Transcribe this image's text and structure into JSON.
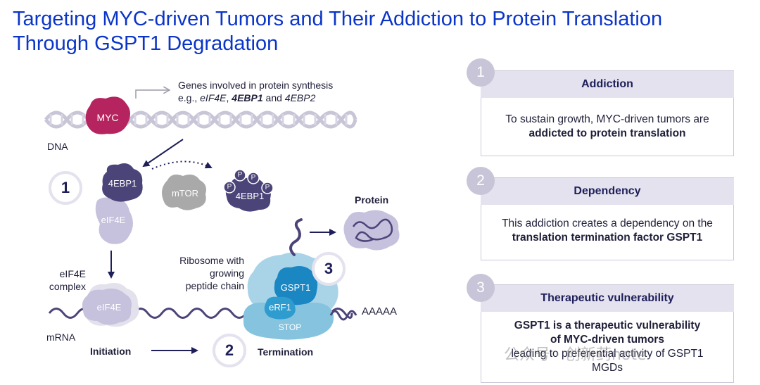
{
  "title": {
    "line1": "Targeting MYC-driven Tumors and Their Addiction to Protein Translation",
    "line2": "Through GSPT1 Degradation"
  },
  "diagram": {
    "genes_line1": "Genes involved in protein synthesis",
    "genes_eg": "e.g., ",
    "genes_eif4e": "eIF4E",
    "genes_comma": ", ",
    "genes_4ebp1": "4EBP1",
    "genes_and": " and ",
    "genes_4ebp2": "4EBP2",
    "myc": "MYC",
    "dna": "DNA",
    "step1": "1",
    "step2": "2",
    "step3": "3",
    "ebp1": "4EBP1",
    "ebp1_phos": "4EBP1",
    "phos": "P",
    "mtor": "mTOR",
    "eif4e": "eIF4E",
    "eif4e_lower": "eIF4E",
    "eif4e_complex_line1": "eIF4E",
    "eif4e_complex_line2": "complex",
    "mrna": "mRNA",
    "initiation": "Initiation",
    "termination": "Termination",
    "ribosome_line1": "Ribosome with",
    "ribosome_line2": "growing",
    "ribosome_line3": "peptide chain",
    "gspt1": "GSPT1",
    "erf1": "eRF1",
    "stop": "STOP",
    "polya": "AAAAA",
    "protein": "Protein"
  },
  "panels": [
    {
      "number": "1",
      "heading": "Addiction",
      "text_plain": "To sustain growth, MYC-driven tumors are",
      "text_bold": "addicted to protein translation"
    },
    {
      "number": "2",
      "heading": "Dependency",
      "text_plain": "This addiction creates a dependency on the",
      "text_bold": "translation termination factor GSPT1"
    },
    {
      "number": "3",
      "heading": "Therapeutic vulnerability",
      "text_bold1": "GSPT1 is a therapeutic vulnerability",
      "text_bold2": "of MYC-driven tumors",
      "text_plain1": "leading to preferential activity of GSPT1",
      "text_plain2": "MGDs"
    }
  ],
  "watermark": "公众号 · 创新药note",
  "colors": {
    "title_blue": "#0b35c9",
    "myc_magenta": "#b5245f",
    "navy_protein": "#4b4479",
    "mtor_gray": "#a9a9a9",
    "eif4e_lavender": "#c6c1dd",
    "ribosome_cyan": "#a9d4e8",
    "gspt1_blue": "#1a86c2",
    "panel_head": "#e3e2ee",
    "number_circle": "#c7c5d7"
  }
}
